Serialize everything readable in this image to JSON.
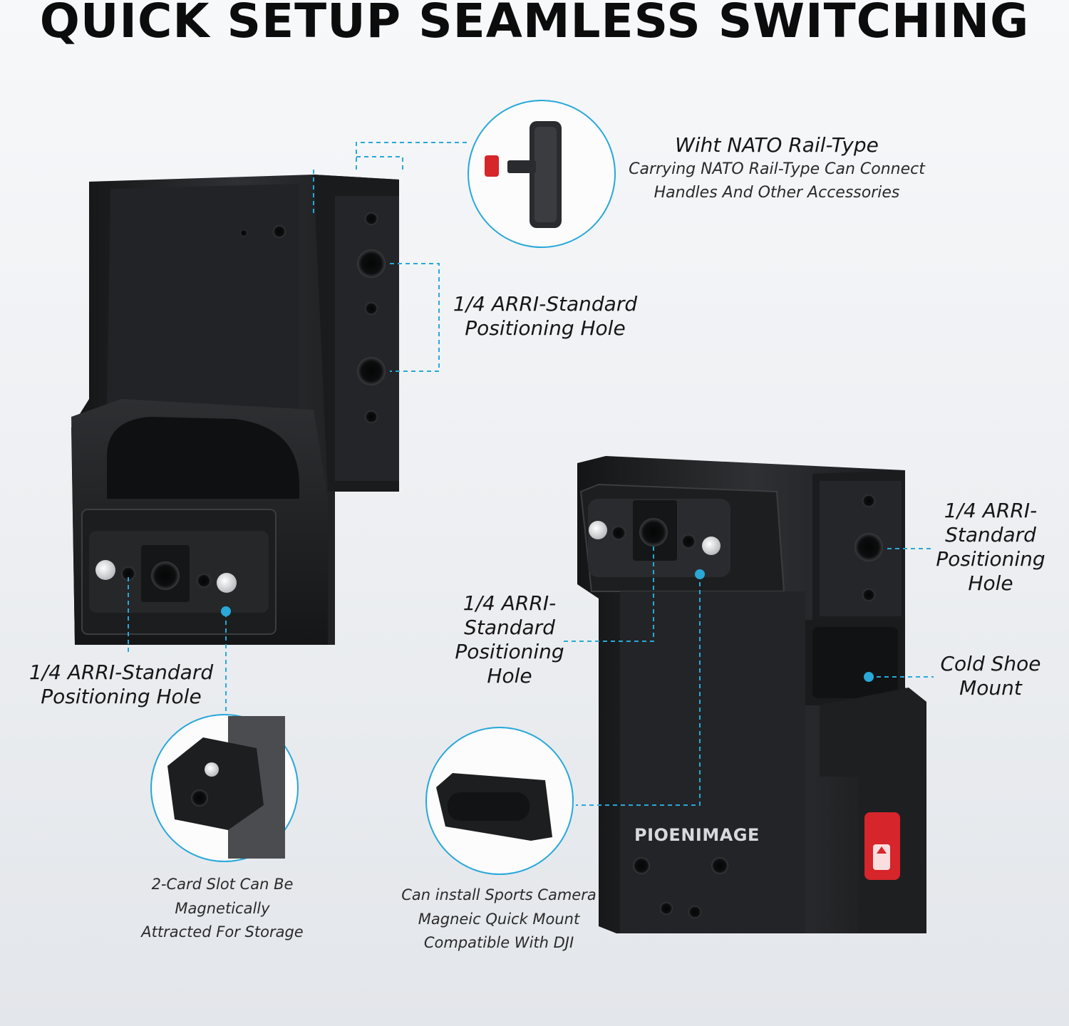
{
  "headline": "QUICK SETUP SEAMLESS SWITCHING",
  "brand": "PIOENIMAGE",
  "callouts": {
    "nato": {
      "title": "Wiht NATO Rail-Type",
      "line1": "Carrying NATO Rail-Type Can Connect",
      "line2": "Handles And Other Accessories"
    },
    "arri_upper": {
      "line1": "1/4 ARRI-Standard",
      "line2": "Positioning Hole"
    },
    "arri_left": {
      "line1": "1/4 ARRI-Standard",
      "line2": "Positioning Hole"
    },
    "arri_mid": {
      "line1": "1/4 ARRI-",
      "line2": "Standard",
      "line3": "Positioning",
      "line4": "Hole"
    },
    "arri_right": {
      "line1": "1/4 ARRI-",
      "line2": "Standard",
      "line3": "Positioning",
      "line4": "Hole"
    },
    "cold_shoe": {
      "line1": "Cold Shoe",
      "line2": "Mount"
    },
    "card_slot": {
      "line1": "2-Card Slot Can Be",
      "line2": "Magnetically",
      "line3": "Attracted For Storage"
    },
    "sports_mount": {
      "line1": "Can install Sports Camera",
      "line2": "Magneic Quick Mount",
      "line3": "Compatible With DJI"
    }
  },
  "colors": {
    "accent": "#2aa8d8",
    "metal_dark": "#1b1c1e",
    "metal_mid": "#2c2e31",
    "lock_red": "#d6252b"
  }
}
